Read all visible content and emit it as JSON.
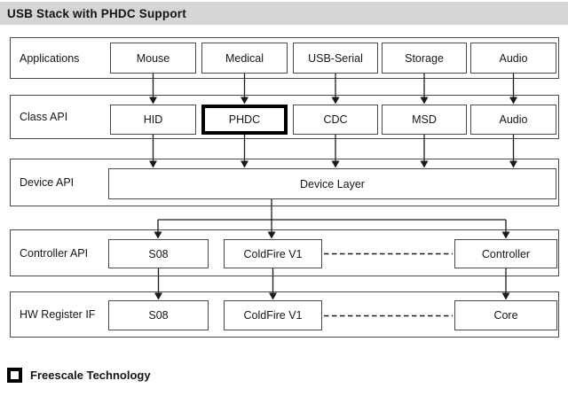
{
  "title_bar": {
    "title": "USB Stack with PHDC Support"
  },
  "diagram": {
    "rows": [
      {
        "label": "Applications",
        "boxes": [
          {
            "label": "Mouse"
          },
          {
            "label": "Medical"
          },
          {
            "label": "USB-Serial"
          },
          {
            "label": "Storage"
          },
          {
            "label": "Audio"
          }
        ]
      },
      {
        "label": "Class API",
        "boxes": [
          {
            "label": "HID"
          },
          {
            "label": "PHDC",
            "highlighted": true
          },
          {
            "label": "CDC"
          },
          {
            "label": "MSD"
          },
          {
            "label": "Audio"
          }
        ]
      },
      {
        "label": "Device API",
        "boxes": [
          {
            "label": "Device Layer"
          }
        ]
      },
      {
        "label": "Controller API",
        "boxes": [
          {
            "label": "S08"
          },
          {
            "label": "ColdFire V1"
          },
          {
            "label": "Controller"
          }
        ]
      },
      {
        "label": "HW Register IF",
        "boxes": [
          {
            "label": "S08"
          },
          {
            "label": "ColdFire V1"
          },
          {
            "label": "Core"
          }
        ]
      }
    ],
    "edges": [
      {
        "from": "Mouse",
        "to": "HID",
        "style": "arrow"
      },
      {
        "from": "Medical",
        "to": "PHDC",
        "style": "arrow"
      },
      {
        "from": "USB-Serial",
        "to": "CDC",
        "style": "arrow"
      },
      {
        "from": "Storage",
        "to": "MSD",
        "style": "arrow"
      },
      {
        "from": "Audio (application)",
        "to": "Audio (class)",
        "style": "arrow"
      },
      {
        "from": "HID",
        "to": "Device Layer",
        "style": "arrow"
      },
      {
        "from": "PHDC",
        "to": "Device Layer",
        "style": "arrow"
      },
      {
        "from": "CDC",
        "to": "Device Layer",
        "style": "arrow"
      },
      {
        "from": "MSD",
        "to": "Device Layer",
        "style": "arrow"
      },
      {
        "from": "Audio (class)",
        "to": "Device Layer",
        "style": "arrow"
      },
      {
        "from": "Device Layer",
        "to": "S08 (Controller API)",
        "style": "arrow"
      },
      {
        "from": "Device Layer",
        "to": "ColdFire V1 (Controller API)",
        "style": "arrow"
      },
      {
        "from": "Device Layer",
        "to": "Controller",
        "style": "arrow"
      },
      {
        "from": "ColdFire V1 (Controller API)",
        "to": "Controller",
        "style": "dashed"
      },
      {
        "from": "S08 (Controller API)",
        "to": "S08 (HW Register IF)",
        "style": "arrow"
      },
      {
        "from": "ColdFire V1 (Controller API)",
        "to": "ColdFire V1 (HW Register IF)",
        "style": "arrow"
      },
      {
        "from": "Controller",
        "to": "Core",
        "style": "arrow"
      },
      {
        "from": "ColdFire V1 (HW Register IF)",
        "to": "Core",
        "style": "dashed"
      }
    ]
  },
  "legend": {
    "label": "Freescale Technology",
    "swatch": "thick-black-border-box"
  },
  "colors": {
    "title_bar_bg": "#d5d5d5",
    "box_border": "#4a4a4a",
    "highlight_border": "#000000",
    "text": "#161616",
    "background": "#ffffff"
  }
}
